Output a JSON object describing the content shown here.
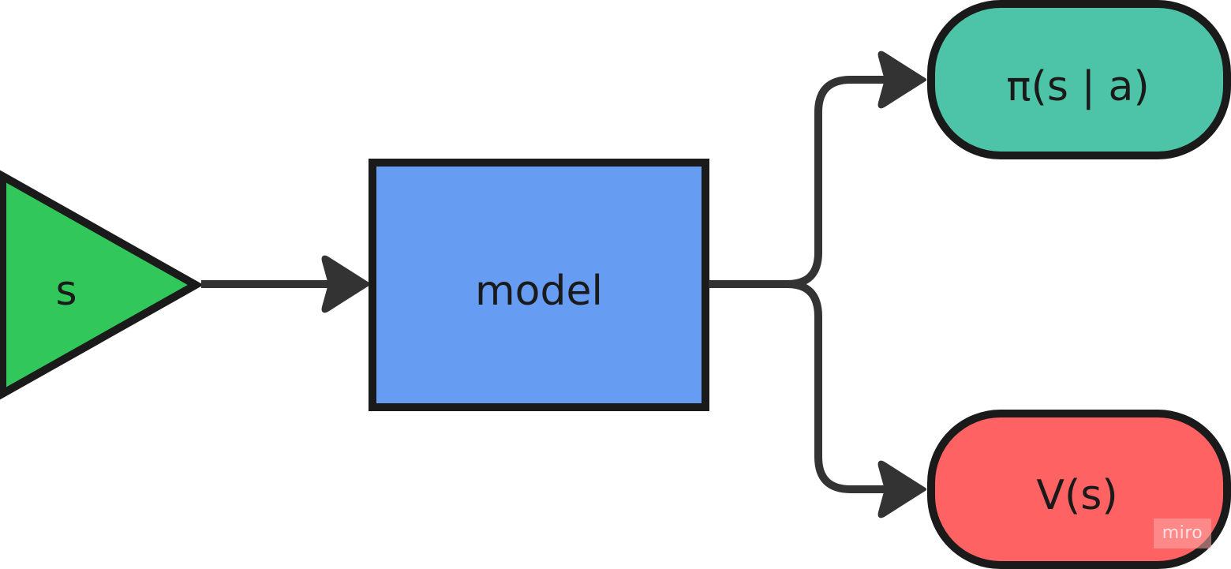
{
  "nodes": {
    "input": {
      "label": "s",
      "color": "#31c75a"
    },
    "model": {
      "label": "model",
      "color": "#669df3"
    },
    "policy": {
      "label": "π(s | a)",
      "color": "#4dc3a8"
    },
    "value": {
      "label": "V(s)",
      "color": "#ff6262"
    }
  },
  "edges": [
    {
      "from": "input",
      "to": "model"
    },
    {
      "from": "model",
      "to": "policy"
    },
    {
      "from": "model",
      "to": "value"
    }
  ],
  "colors": {
    "stroke": "#1a1a1a",
    "connector": "#333333"
  },
  "watermark": {
    "text": "miro"
  }
}
